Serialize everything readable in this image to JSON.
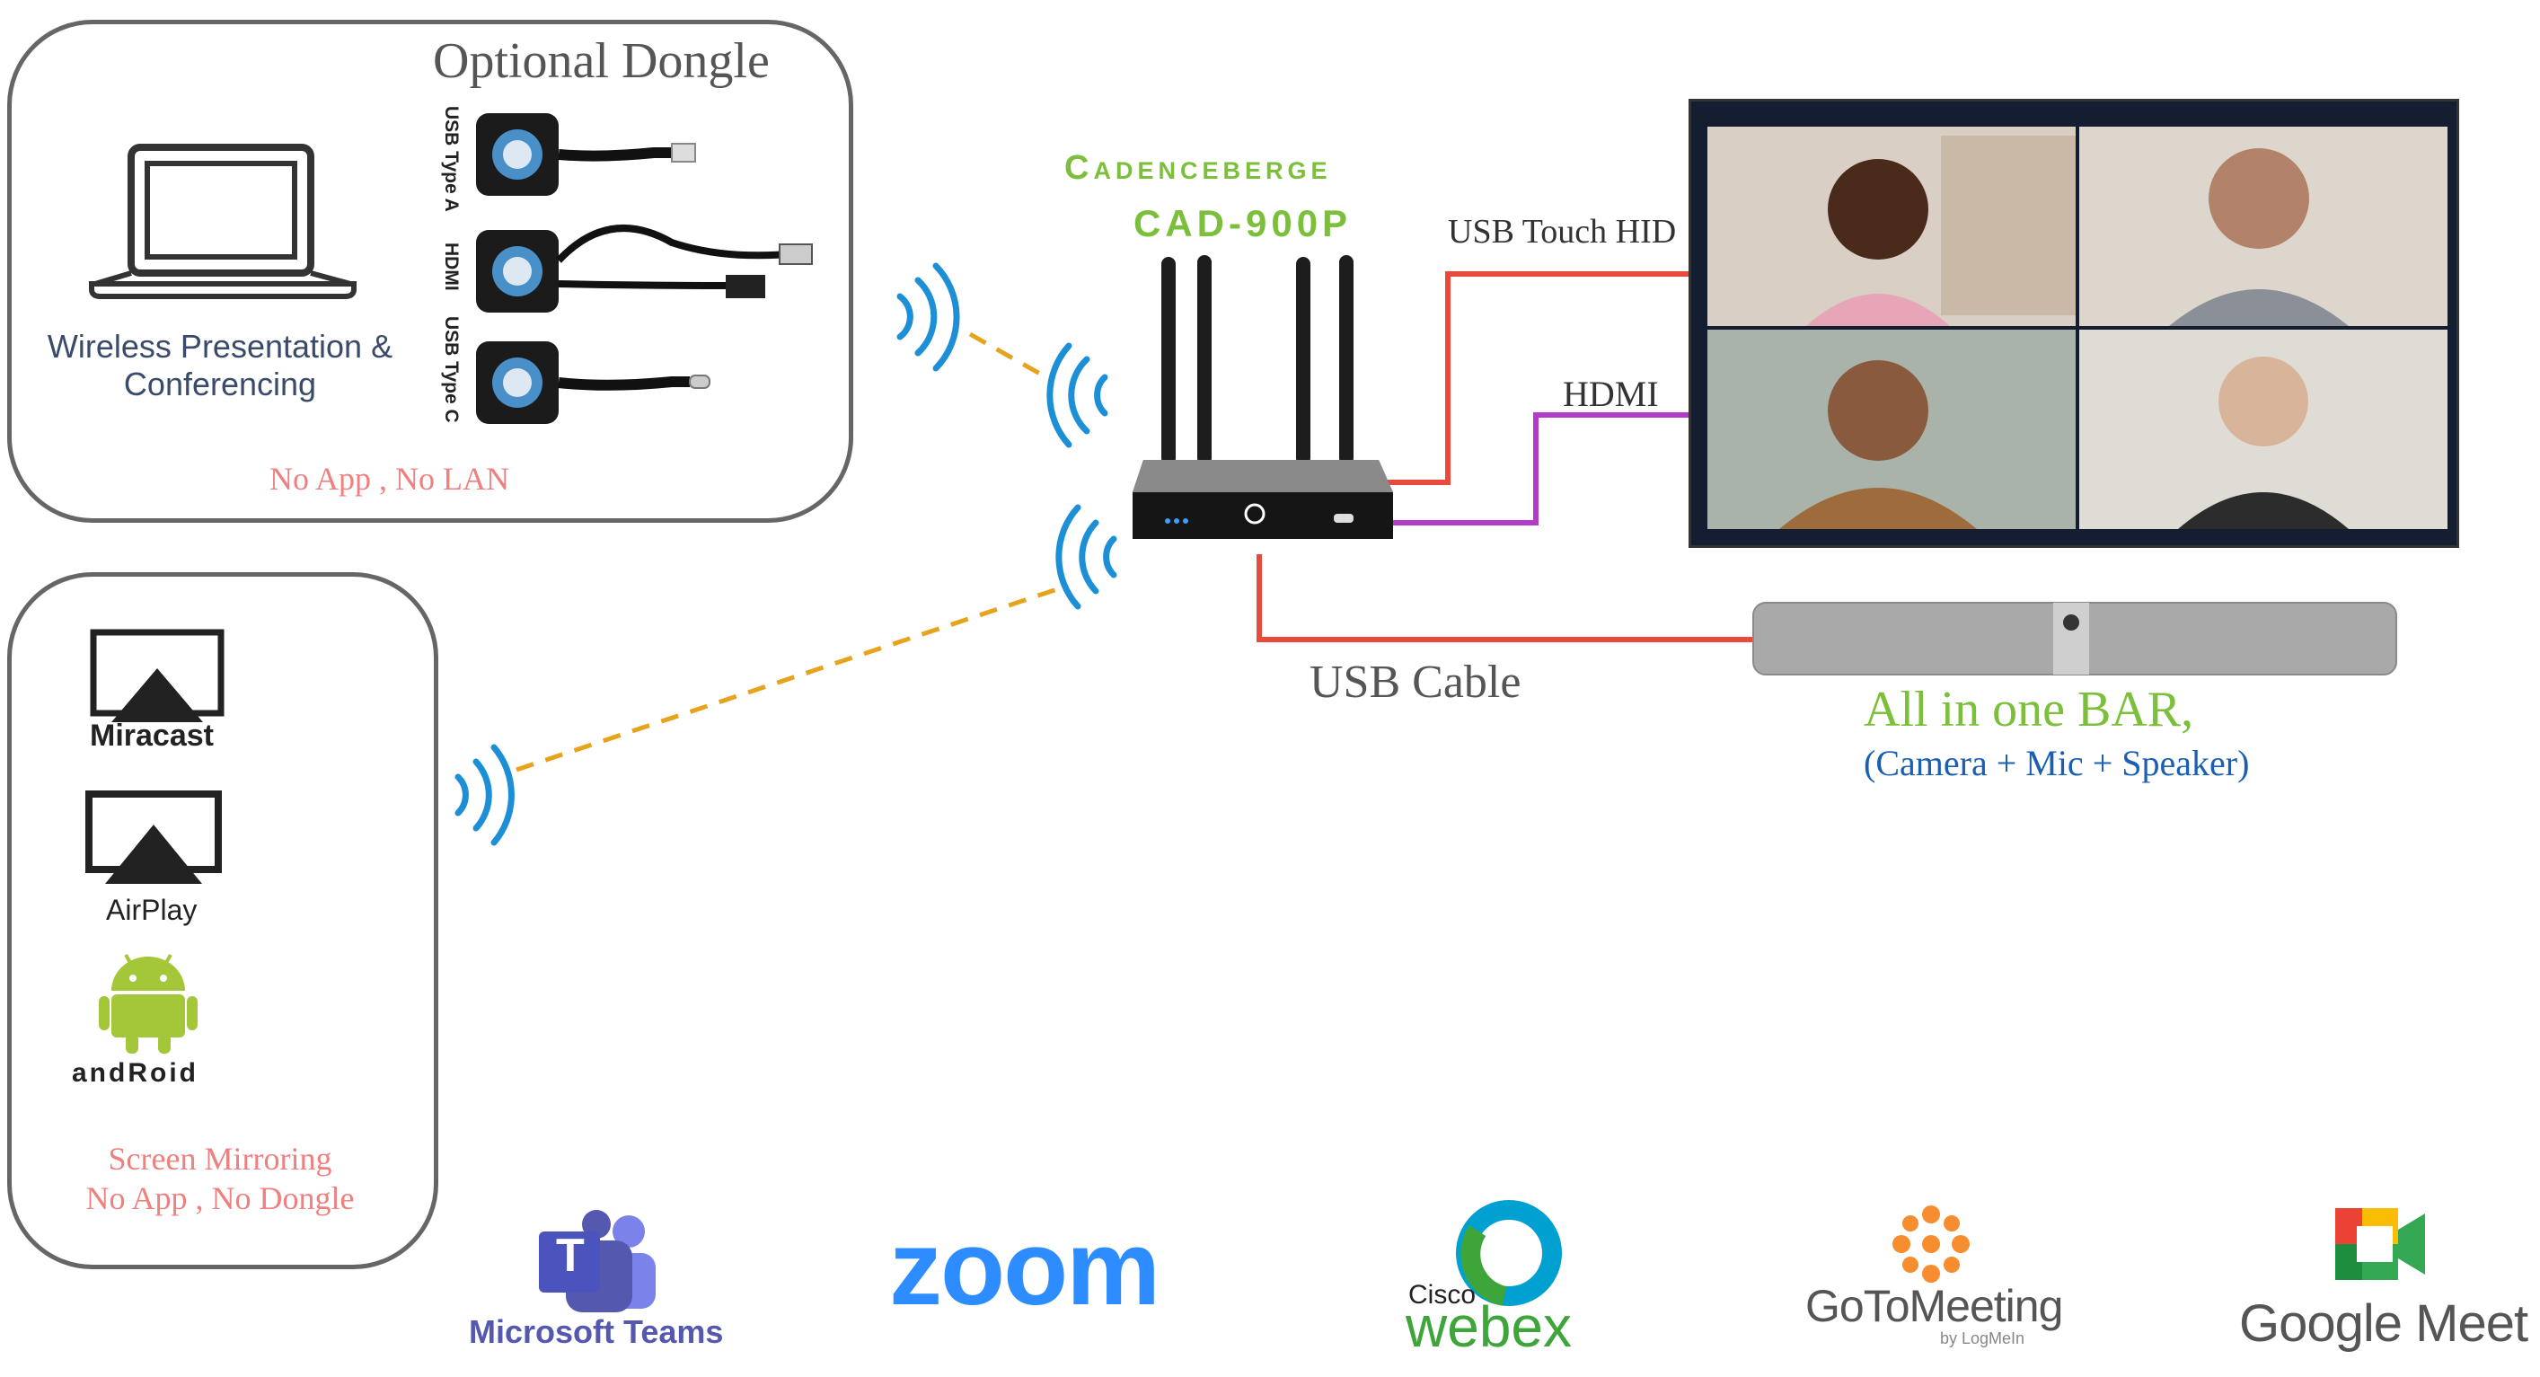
{
  "dongle_box": {
    "title": "Optional Dongle",
    "laptop_caption_line1": "Wireless Presentation &",
    "laptop_caption_line2": "Conferencing",
    "usb_a_label": "USB Type A",
    "hdmi_label": "HDMI",
    "usb_c_label": "USB Type C",
    "footer": "No App , No LAN"
  },
  "mirroring_box": {
    "miracast_label": "Miracast",
    "airplay_label": "AirPlay",
    "android_label": "andRoid",
    "footer_line1": "Screen Mirroring",
    "footer_line2": "No App , No Dongle"
  },
  "device": {
    "brand": "Cadenceberge",
    "model": "CAD-900P"
  },
  "connections": {
    "usb_touch_hid": "USB Touch HID",
    "hdmi": "HDMI",
    "usb_cable": "USB Cable"
  },
  "bar": {
    "title": "All in one BAR,",
    "subtitle": "(Camera + Mic + Speaker)"
  },
  "apps": {
    "teams_label": "Microsoft Teams",
    "teams_glyph": "T",
    "zoom_label": "zoom",
    "cisco_label": "Cisco",
    "webex_label": "webex",
    "goto_label": "GoToMeeting",
    "goto_sub": "by LogMeIn",
    "meet_label": "Google Meet"
  },
  "colors": {
    "box_border": "#666666",
    "wifi_blue": "#1d8fd6",
    "dashed_orange": "#e8a31c",
    "usb_red": "#e84a3c",
    "hdmi_purple": "#b23cc8",
    "brand_green": "#7cbf3a",
    "bar_title_green": "#7cbf3a",
    "bar_sub_blue": "#1a5fb4",
    "footer_pink": "#f08080",
    "android_green": "#a4c639",
    "zoom_blue": "#2d8cff",
    "teams_purple": "#5558af",
    "webex_green": "#3ea53b",
    "goto_orange": "#f68d2e"
  },
  "icons": [
    "wifi-icon",
    "laptop-icon",
    "dongle-icon",
    "miracast-icon",
    "airplay-icon",
    "android-icon",
    "router-icon",
    "monitor-icon",
    "soundbar-icon",
    "teams-icon",
    "webex-icon",
    "goto-icon",
    "meet-icon"
  ]
}
